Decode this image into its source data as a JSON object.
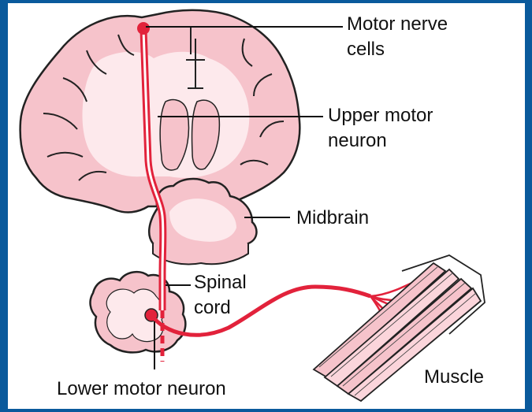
{
  "labels": {
    "motor_nerve_cells": [
      "Motor nerve",
      "cells"
    ],
    "upper_motor_neuron": [
      "Upper motor",
      "neuron"
    ],
    "midbrain": "Midbrain",
    "spinal_cord": [
      "Spinal",
      "cord"
    ],
    "muscle": "Muscle",
    "lower_motor_neuron": "Lower motor neuron"
  },
  "colors": {
    "background_border": "#0a5a9c",
    "tissue_pink": "#f6c3cb",
    "tissue_inner": "#fde9ec",
    "neuron_red": "#e2223b",
    "outline": "#222222"
  }
}
